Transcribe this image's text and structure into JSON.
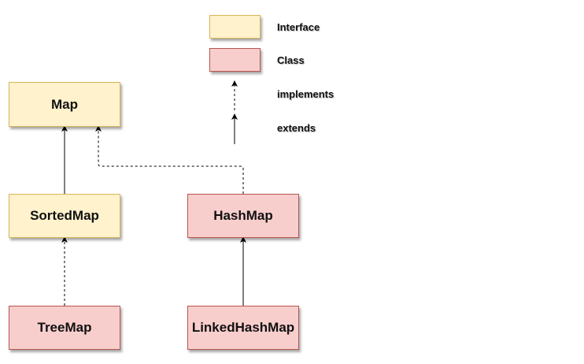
{
  "legend": {
    "interface": {
      "label": "Interface",
      "fill": "#fff2cc",
      "stroke": "#d6b656"
    },
    "class": {
      "label": "Class",
      "fill": "#f8cecc",
      "stroke": "#b85450"
    },
    "implements": {
      "label": "implements",
      "line_style": "dashed"
    },
    "extends": {
      "label": "extends",
      "line_style": "solid"
    }
  },
  "nodes": {
    "map": {
      "label": "Map",
      "kind": "interface"
    },
    "sorted_map": {
      "label": "SortedMap",
      "kind": "interface"
    },
    "hash_map": {
      "label": "HashMap",
      "kind": "class"
    },
    "tree_map": {
      "label": "TreeMap",
      "kind": "class"
    },
    "linked_hash_map": {
      "label": "LinkedHashMap",
      "kind": "class"
    }
  },
  "edges": [
    {
      "from": "SortedMap",
      "to": "Map",
      "relation": "extends"
    },
    {
      "from": "HashMap",
      "to": "Map",
      "relation": "implements"
    },
    {
      "from": "TreeMap",
      "to": "SortedMap",
      "relation": "implements"
    },
    {
      "from": "LinkedHashMap",
      "to": "HashMap",
      "relation": "extends"
    }
  ]
}
